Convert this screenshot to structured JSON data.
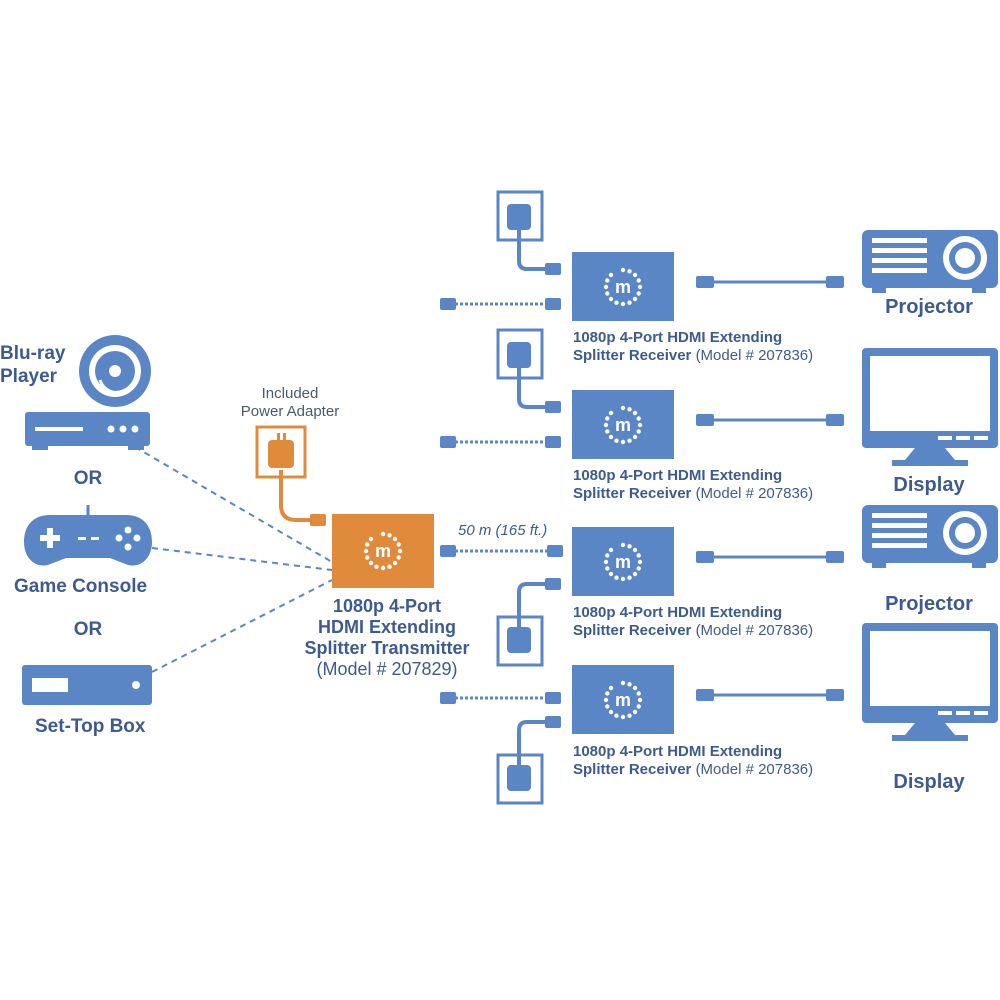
{
  "colors": {
    "blue": "#5b86c6",
    "blue_dark": "#4a73b3",
    "orange": "#e08a3c",
    "text": "#3d5b8f"
  },
  "sources": {
    "bluray": "Blu-ray Player",
    "or1": "OR",
    "console": "Game Console",
    "or2": "OR",
    "settop": "Set-Top Box"
  },
  "adapter": {
    "line1": "Included",
    "line2": "Power Adapter"
  },
  "transmitter": {
    "line1": "1080p 4-Port",
    "line2": "HDMI Extending",
    "line3": "Splitter Transmitter",
    "model": "(Model # 207829)"
  },
  "distance": "50 m (165 ft.)",
  "receivers": [
    {
      "line1": "1080p 4-Port HDMI Extending",
      "line2": "Splitter Receiver",
      "model": "(Model # 207836)",
      "output": "Projector"
    },
    {
      "line1": "1080p 4-Port HDMI Extending",
      "line2": "Splitter Receiver",
      "model": "(Model # 207836)",
      "output": "Display"
    },
    {
      "line1": "1080p 4-Port HDMI Extending",
      "line2": "Splitter Receiver",
      "model": "(Model # 207836)",
      "output": "Projector"
    },
    {
      "line1": "1080p 4-Port HDMI Extending",
      "line2": "Splitter Receiver",
      "model": "(Model # 207836)",
      "output": "Display"
    }
  ]
}
